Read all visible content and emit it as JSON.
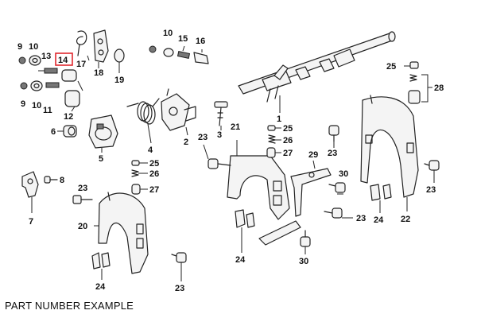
{
  "caption": "PART NUMBER EXAMPLE",
  "highlighted_callout": "14",
  "highlight_color": "#e0282e",
  "callouts": {
    "c1": "1",
    "c2": "2",
    "c3": "3",
    "c4": "4",
    "c5": "5",
    "c6": "6",
    "c7": "7",
    "c8": "8",
    "c9a": "9",
    "c9b": "9",
    "c10a": "10",
    "c10b": "10",
    "c10c": "10",
    "c11": "11",
    "c12": "12",
    "c13": "13",
    "c14": "14",
    "c15": "15",
    "c16": "16",
    "c17": "17",
    "c18": "18",
    "c19": "19",
    "c20": "20",
    "c21": "21",
    "c22": "22",
    "c23a": "23",
    "c23b": "23",
    "c23c": "23",
    "c23d": "23",
    "c23e": "23",
    "c23f": "23",
    "c24a": "24",
    "c24b": "24",
    "c24c": "24",
    "c25a": "25",
    "c25b": "25",
    "c25c": "25",
    "c26a": "26",
    "c26b": "26",
    "c27a": "27",
    "c27b": "27",
    "c28": "28",
    "c29": "29",
    "c30a": "30",
    "c30b": "30"
  }
}
